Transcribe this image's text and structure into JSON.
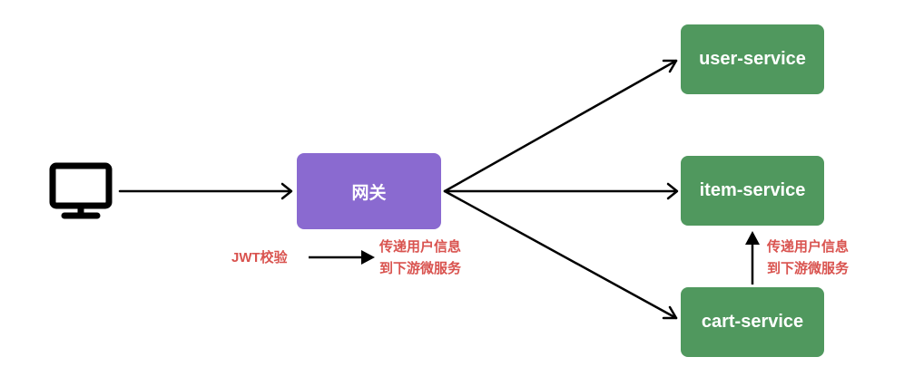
{
  "gateway": {
    "label": "网关"
  },
  "services": [
    {
      "label": "user-service"
    },
    {
      "label": "item-service"
    },
    {
      "label": "cart-service"
    }
  ],
  "notes": {
    "jwt": "JWT校验",
    "pass_gateway": {
      "line1": "传递用户信息",
      "line2": "到下游微服务"
    },
    "pass_cart": {
      "line1": "传递用户信息",
      "line2": "到下游微服务"
    }
  },
  "icons": {
    "client": "monitor-icon"
  },
  "colors": {
    "gateway": "#8a6ad0",
    "service": "#50985e",
    "note": "#d9534f",
    "arrow": "#000000"
  }
}
